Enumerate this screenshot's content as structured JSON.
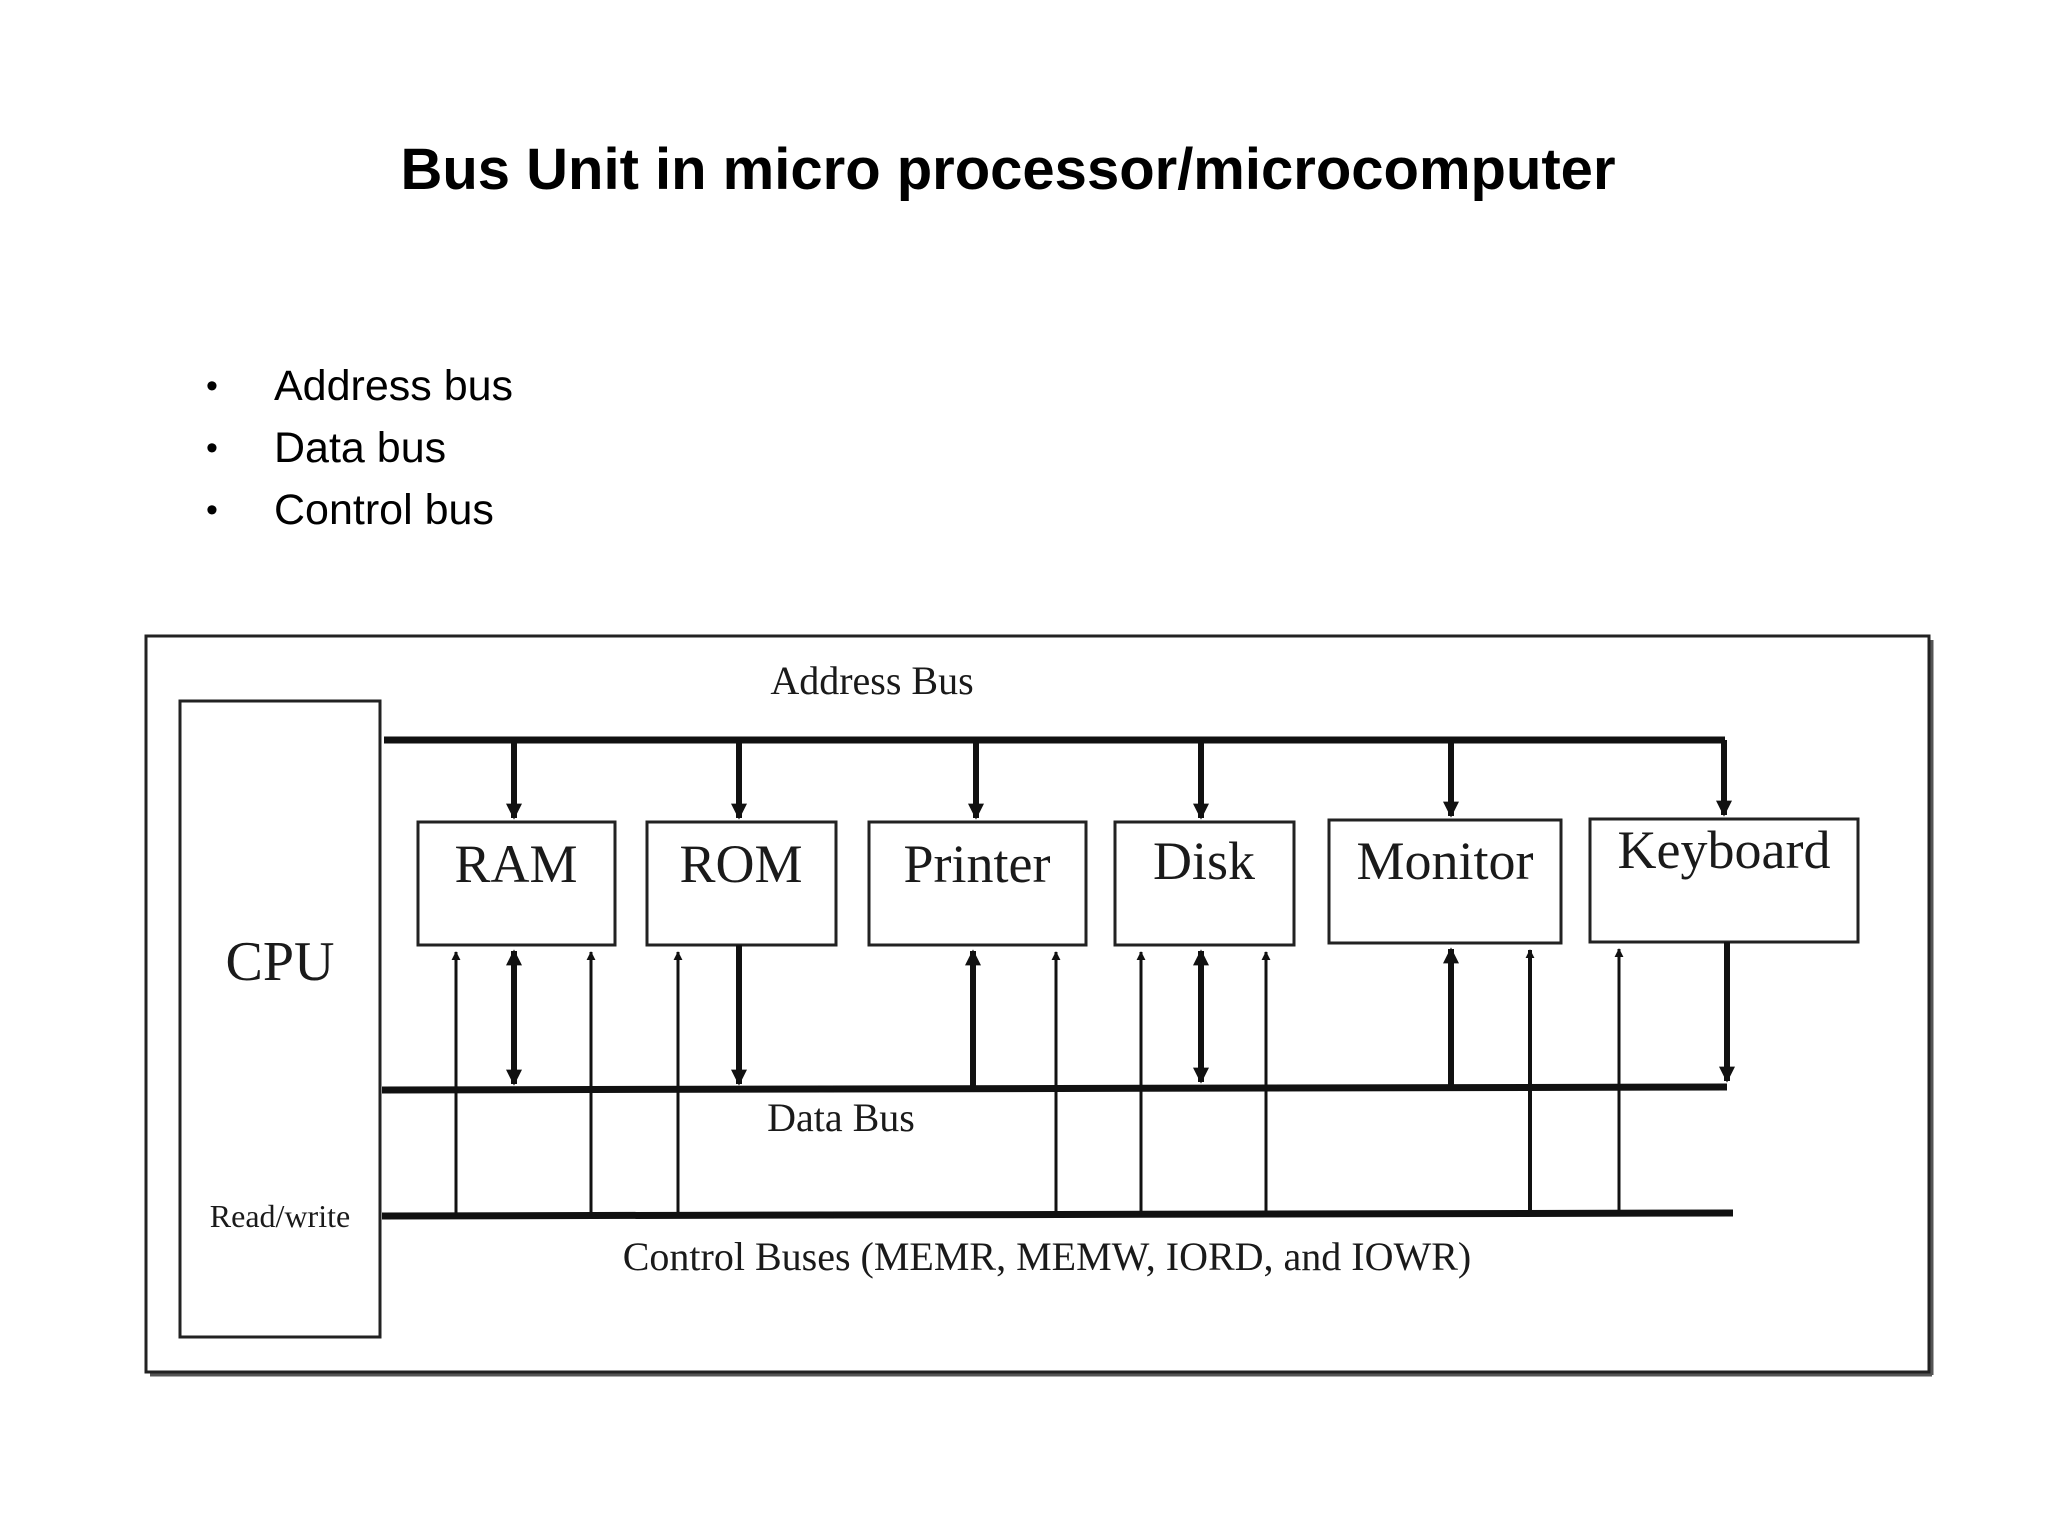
{
  "title": "Bus Unit in micro processor/microcomputer",
  "bullets": [
    {
      "text": "Address bus"
    },
    {
      "text": "Data bus"
    },
    {
      "text": "Control bus"
    }
  ],
  "diagram": {
    "address_bus_label": "Address Bus",
    "data_bus_label": "Data Bus",
    "control_bus_label": "Control Buses (MEMR, MEMW, IORD, and IOWR)",
    "cpu_label": "CPU",
    "cpu_rw_label": "Read/write",
    "devices": [
      {
        "label": "RAM"
      },
      {
        "label": "ROM"
      },
      {
        "label": "Printer"
      },
      {
        "label": "Disk"
      },
      {
        "label": "Monitor"
      },
      {
        "label": "Keyboard"
      }
    ]
  }
}
